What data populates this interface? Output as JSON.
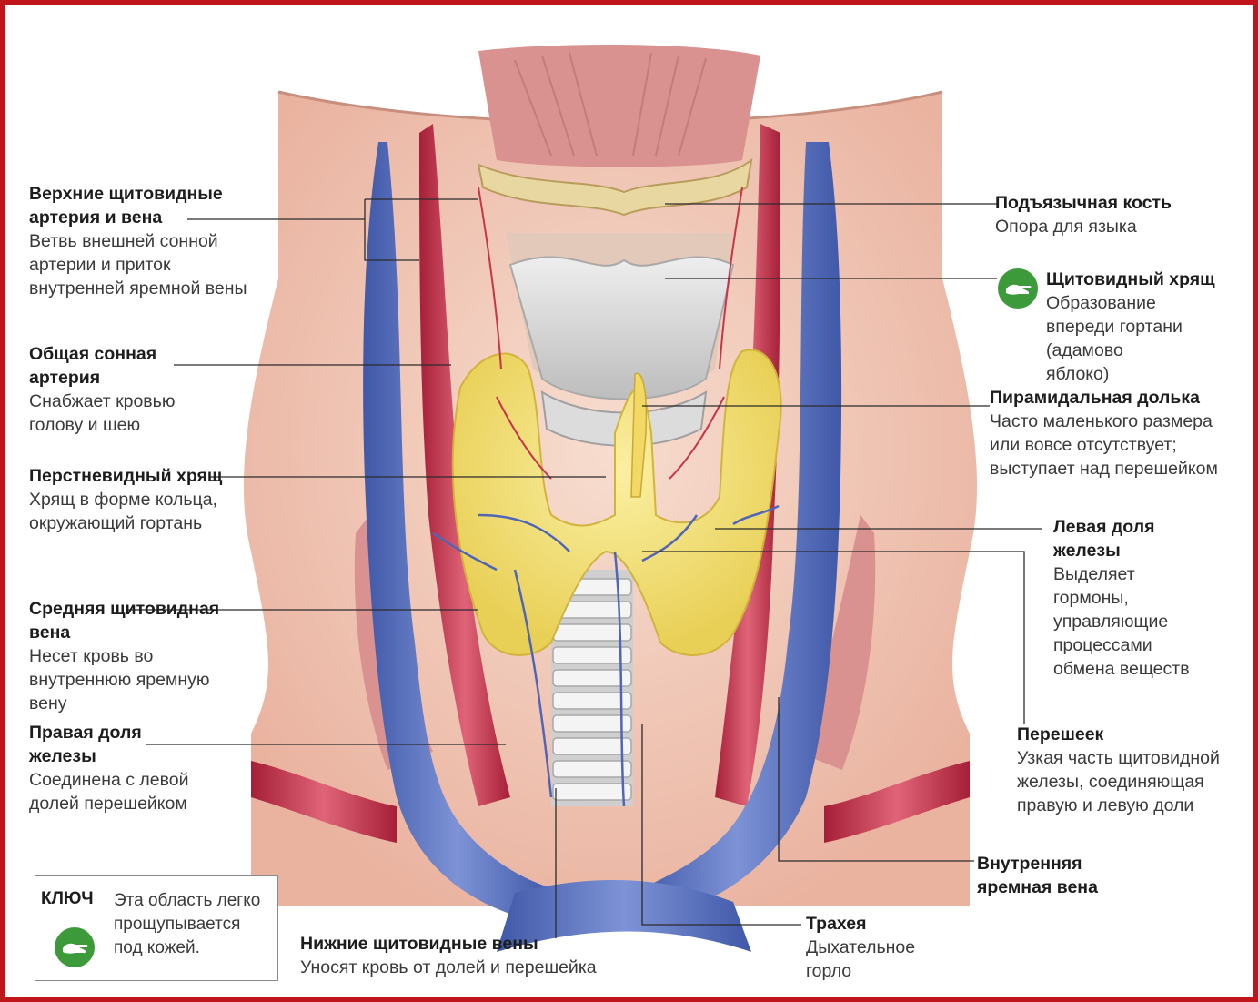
{
  "labels": {
    "superior_thyroid": {
      "title": "Верхние щитовидные артерия и вена",
      "desc": "Ветвь внешней сонной артерии и приток внутренней яремной вены"
    },
    "common_carotid": {
      "title": "Общая сонная артерия",
      "desc": "Снабжает кровью голову и шею"
    },
    "cricoid": {
      "title": "Перстневидный хрящ",
      "desc": "Хрящ в форме кольца, окружающий гортань"
    },
    "middle_thyroid_vein": {
      "title": "Средняя щитовидная вена",
      "desc": "Несет кровь во внутреннюю яремную вену"
    },
    "right_lobe": {
      "title": "Правая доля железы",
      "desc": "Соединена с левой долей перешейком"
    },
    "hyoid": {
      "title": "Подъязычная кость",
      "desc": "Опора для языка"
    },
    "thyroid_cartilage": {
      "title": "Щитовидный хрящ",
      "desc": "Образование впереди гортани (адамово яблоко)"
    },
    "pyramidal_lobe": {
      "title": "Пирамидальная долька",
      "desc": "Часто маленького размера или вовсе отсутствует; выступает над перешейком"
    },
    "left_lobe": {
      "title": "Левая доля железы",
      "desc": "Выделяет гормоны, управляющие процессами обмена веществ"
    },
    "isthmus": {
      "title": "Перешеек",
      "desc": "Узкая часть щитовидной железы, соединяющая правую и левую доли"
    },
    "internal_jugular": {
      "title": "Внутренняя яремная вена",
      "desc": ""
    },
    "trachea": {
      "title": "Трахея",
      "desc": "Дыхательное горло"
    },
    "inferior_thyroid_veins": {
      "title": "Нижние щитовидные вены",
      "desc": "Уносят кровь от долей и перешейка"
    }
  },
  "key": {
    "title": "КЛЮЧ",
    "desc": "Эта область легко прощупывается под кожей.",
    "icon": "palpation-hand-icon"
  },
  "colors": {
    "frame": "#c0161b",
    "skin": "#f2c6b0",
    "vein": "#5a73c2",
    "artery": "#c9334b",
    "thyroid": "#f3e07a",
    "muscle": "#d99a9a",
    "cartilage": "#d8d8d8",
    "key_icon": "#3d9a3a"
  }
}
